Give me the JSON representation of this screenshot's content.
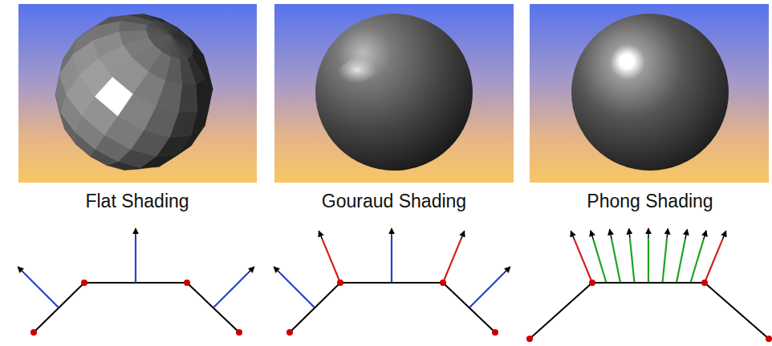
{
  "diagram": {
    "labels": [
      "Flat Shading",
      "Gouraud Shading",
      "Phong Shading"
    ]
  }
}
